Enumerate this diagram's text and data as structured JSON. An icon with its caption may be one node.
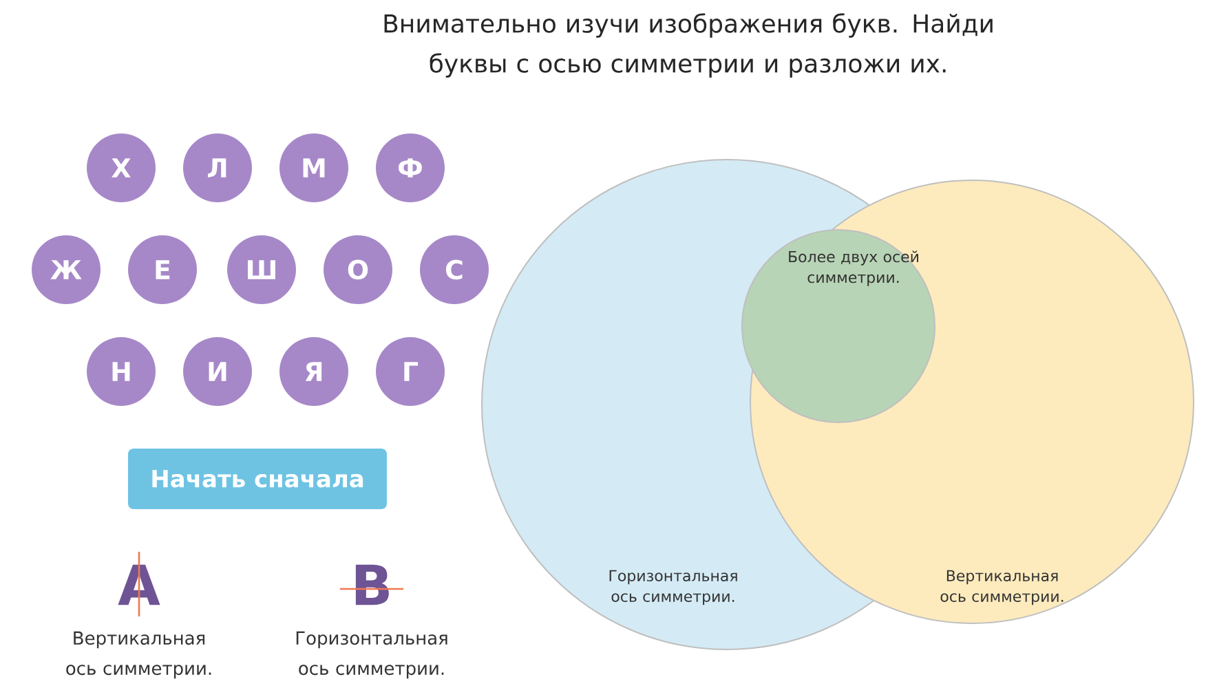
{
  "diagram": {
    "title": "Внимательно изучи изображения букв. Найди буквы с осью симметрии и разложи их.",
    "nodes": [
      {
        "text": [
          "Х"
        ]
      },
      {
        "text": [
          "Л"
        ]
      },
      {
        "text": [
          "М"
        ]
      },
      {
        "text": [
          "Ф"
        ]
      },
      {
        "text": [
          "Ж"
        ]
      },
      {
        "text": [
          "Е"
        ]
      },
      {
        "text": [
          "Ш"
        ]
      },
      {
        "text": [
          "О"
        ]
      },
      {
        "text": [
          "С"
        ]
      },
      {
        "text": [
          "Н"
        ]
      },
      {
        "text": [
          "И"
        ]
      },
      {
        "text": [
          "Я"
        ]
      },
      {
        "text": [
          "Г"
        ]
      },
      {
        "text": [
          "Начать сначала"
        ]
      },
      {
        "text": [
          "Горизонтальная ось симметрии."
        ]
      },
      {
        "text": [
          "Вертикальная ось симметрии."
        ]
      },
      {
        "text": [
          "Более двух осей симметрии."
        ]
      }
    ],
    "edges": [],
    "labels": [
      "А",
      "Вертикальная ось симметрии.",
      "В",
      "Горизонтальная ось симметрии."
    ]
  }
}
